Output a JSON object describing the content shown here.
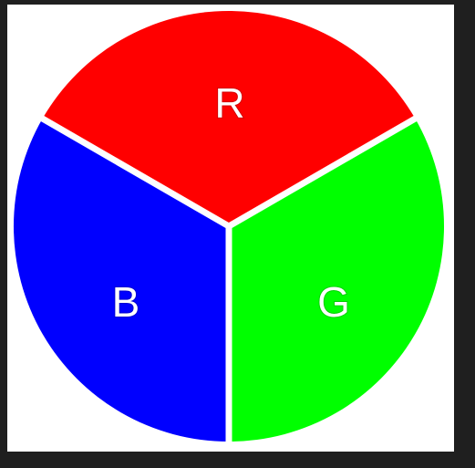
{
  "diagram": {
    "segments": [
      {
        "id": "red",
        "label": "R",
        "color": "#ff0000"
      },
      {
        "id": "green",
        "label": "G",
        "color": "#00ff00"
      },
      {
        "id": "blue",
        "label": "B",
        "color": "#0000ff"
      }
    ],
    "separator_color": "#ffffff",
    "background_color": "#ffffff"
  }
}
